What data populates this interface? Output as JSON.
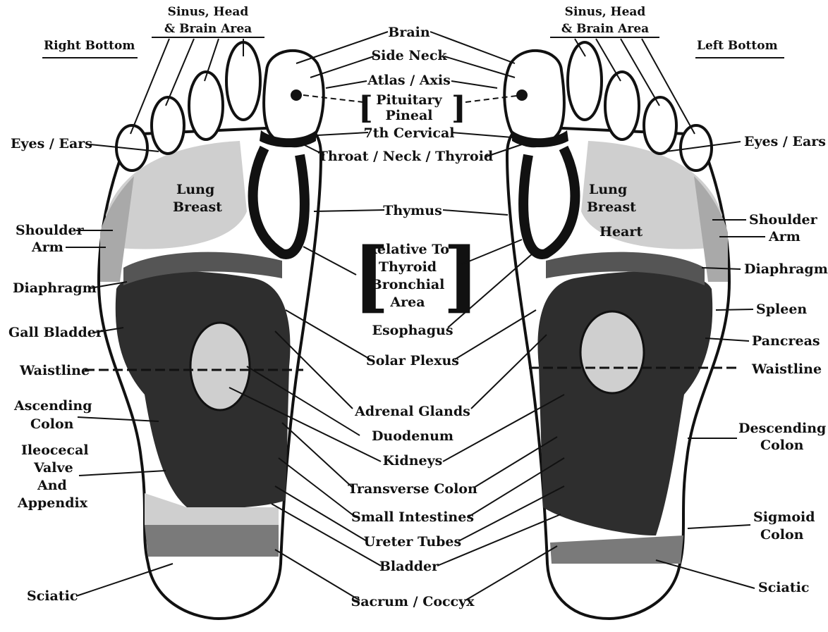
{
  "headers": {
    "right_bottom": "Right Bottom",
    "left_bottom": "Left Bottom",
    "sinus_right": [
      "Sinus, Head",
      "& Brain Area"
    ],
    "sinus_left": [
      "Sinus, Head",
      "& Brain Area"
    ]
  },
  "center": {
    "brain": "Brain",
    "side_neck": "Side Neck",
    "atlas_axis": "Atlas / Axis",
    "pituitary": "Pituitary",
    "pineal": "Pineal",
    "cervical": "7th Cervical",
    "throat": "Throat / Neck / Thyroid",
    "thymus": "Thymus",
    "relative": [
      "Relative To",
      "Thyroid",
      "Bronchial",
      "Area"
    ],
    "esophagus": "Esophagus",
    "solar_plexus": "Solar Plexus",
    "adrenal": "Adrenal Glands",
    "duodenum": "Duodenum",
    "kidneys": "Kidneys",
    "transverse": "Transverse Colon",
    "small_intestines": "Small Intestines",
    "ureter": "Ureter Tubes",
    "bladder": "Bladder",
    "sacrum": "Sacrum / Coccyx"
  },
  "right_foot": {
    "eyes_ears": "Eyes / Ears",
    "shoulder": "Shoulder",
    "arm": "Arm",
    "diaphragm": "Diaphragm",
    "gall_bladder": "Gall Bladder",
    "waistline": "Waistline",
    "ascending": [
      "Ascending",
      "Colon"
    ],
    "ileocecal": [
      "Ileocecal",
      "Valve",
      "And",
      "Appendix"
    ],
    "sciatic": "Sciatic",
    "lung": "Lung",
    "breast": "Breast"
  },
  "left_foot": {
    "eyes_ears": "Eyes / Ears",
    "shoulder": "Shoulder",
    "arm": "Arm",
    "diaphragm": "Diaphragm",
    "spleen": "Spleen",
    "pancreas": "Pancreas",
    "waistline": "Waistline",
    "descending": [
      "Descending",
      "Colon"
    ],
    "sigmoid": [
      "Sigmoid",
      "Colon"
    ],
    "sciatic": "Sciatic",
    "lung": "Lung",
    "breast": "Breast",
    "heart": "Heart"
  },
  "colors": {
    "ink": "#111111",
    "dark_zone": "#2e2e2e",
    "mid_zone": "#7a7a7a",
    "light_zone": "#cfcfcf",
    "paper": "#ffffff"
  }
}
